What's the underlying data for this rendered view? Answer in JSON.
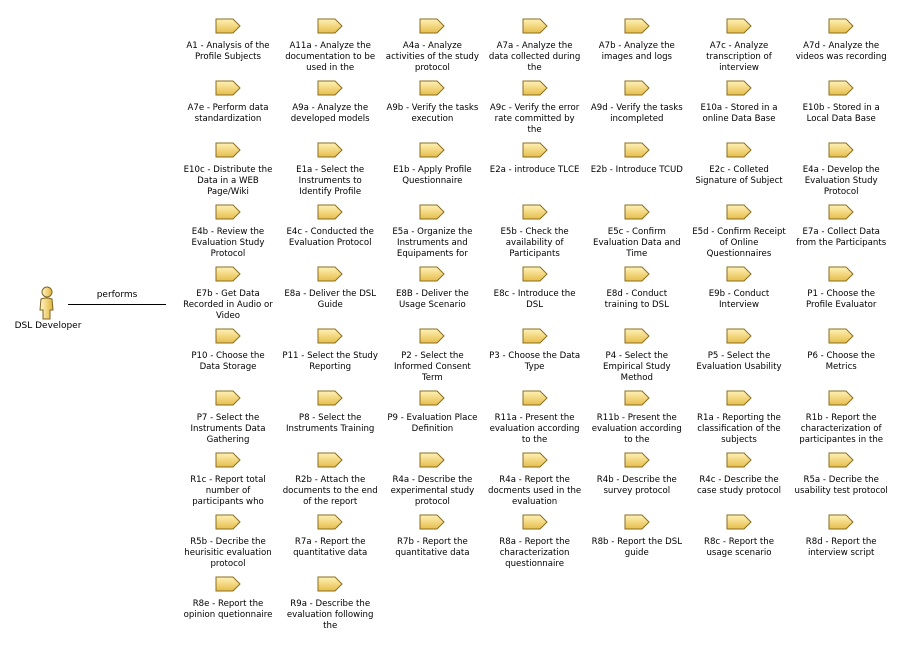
{
  "actor": {
    "name": "DSL Developer"
  },
  "association": {
    "label": "performs"
  },
  "tasks": [
    "A1 - Analysis of the Profile Subjects",
    "A11a - Analyze the documentation to be used in the",
    "A4a - Analyze activities of the study protocol",
    "A7a - Analyze the data collected during the",
    "A7b - Analyze the images and logs",
    "A7c - Analyze transcription of interview",
    "A7d - Analyze the videos was recording",
    "A7e - Perform data standardization",
    "A9a - Analyze the developed models",
    "A9b - Verify the tasks execution",
    "A9c - Verify the error rate committed by the",
    "A9d - Verify the tasks incompleted",
    "E10a - Stored in a online Data Base",
    "E10b - Stored in a Local Data Base",
    "E10c - Distribute the Data in a WEB Page/Wiki",
    "E1a - Select the Instruments to Identify Profile",
    "E1b - Apply Profile Questionnaire",
    "E2a - introduce TLCE",
    "E2b - Introduce TCUD",
    "E2c - Colleted Signature of Subject",
    "E4a - Develop the Evaluation Study Protocol",
    "E4b - Review the Evaluation Study Protocol",
    "E4c - Conducted the Evaluation Protocol",
    "E5a - Organize the Instruments and Equipaments for",
    "E5b - Check the availability of Participants",
    "E5c - Confirm Evaluation Data and Time",
    "E5d - Confirm Receipt of Online Questionnaires",
    "E7a - Collect Data from the Participants",
    "E7b - Get Data Recorded in Audio or Video",
    "E8a - Deliver the DSL Guide",
    "E8B - Deliver the Usage Scenario",
    "E8c - Introduce the DSL",
    "E8d - Conduct training to DSL",
    "E9b - Conduct Interview",
    "P1 - Choose the Profile Evaluator",
    "P10 - Choose the Data Storage",
    "P11 - Select the Study Reporting",
    "P2 - Select the Informed Consent Term",
    "P3 - Choose the Data Type",
    "P4 - Select the Empirical Study Method",
    "P5 - Select the Evaluation Usability",
    "P6 - Choose the Metrics",
    "P7 - Select the Instruments Data Gathering",
    "P8 - Select the Instruments Training",
    "P9 - Evaluation Place Definition",
    "R11a - Present the evaluation according to the",
    "R11b - Present the evaluation according to the",
    "R1a - Reporting the classification of the subjects",
    "R1b - Report the characterization of participantes in the",
    "R1c - Report total number of participants who",
    "R2b - Attach the documents to the end of the report",
    "R4a - Describe the experimental study protocol",
    "R4a - Report the docments used in the evaluation",
    "R4b - Describe the survey protocol",
    "R4c - Describe the case study protocol",
    "R5a - Decribe the usability test protocol",
    "R5b - Decribe the heurisitic evaluation protocol",
    "R7a - Report the quantitative data",
    "R7b - Report the quantitative data",
    "R8a - Report the characterization questionnaire",
    "R8b - Report the DSL guide",
    "R8c - Report the usage scenario",
    "R8d - Report the interview script",
    "R8e - Report the opinion quetionnaire",
    "R9a - Describe the evaluation following the"
  ]
}
